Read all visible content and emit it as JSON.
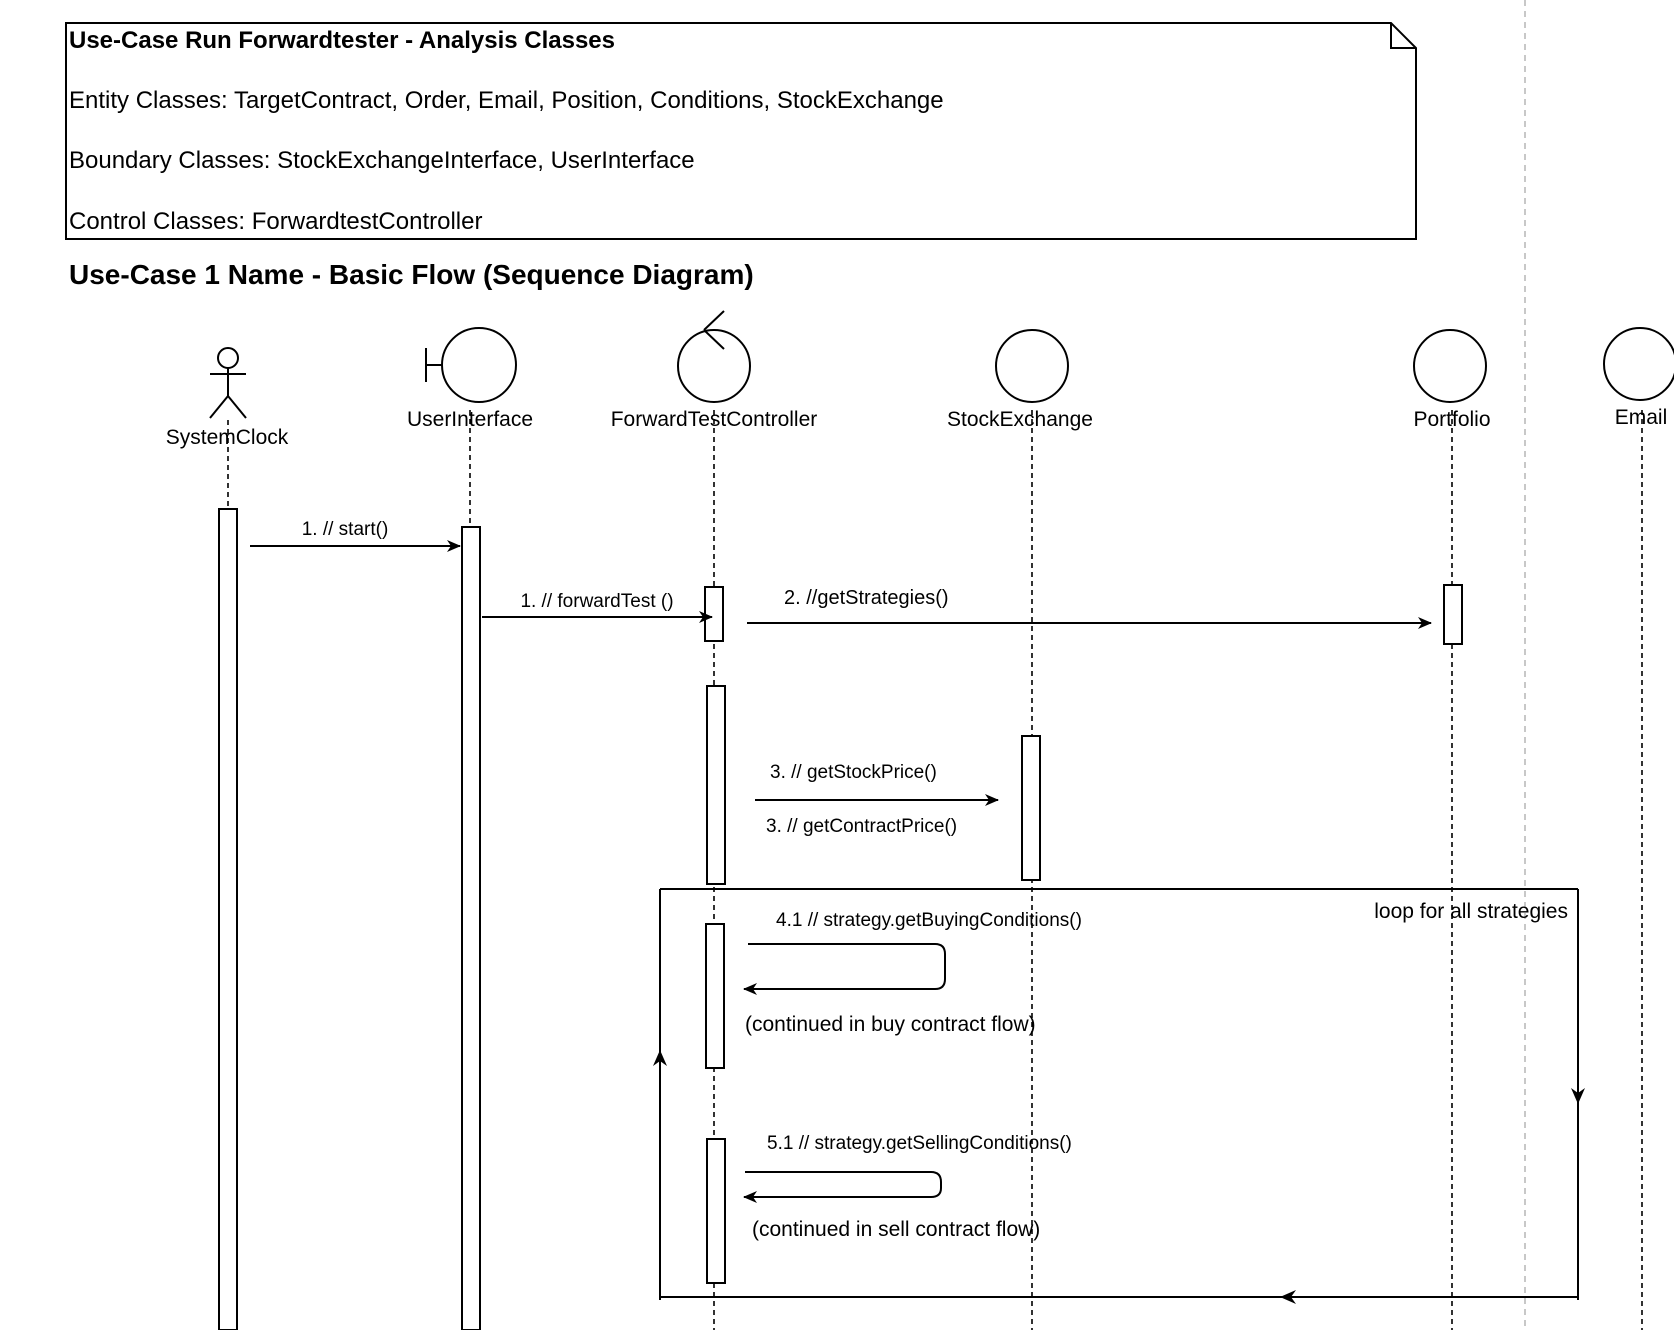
{
  "note": {
    "title": "Use-Case Run Forwardtester - Analysis Classes",
    "entity": "Entity Classes: TargetContract, Order, Email, Position, Conditions, StockExchange",
    "boundary": "Boundary Classes: StockExchangeInterface, UserInterface",
    "control": "Control Classes: ForwardtestController"
  },
  "heading": "Use-Case 1 Name - Basic Flow (Sequence Diagram)",
  "participants": {
    "system_clock": "SystemClock",
    "user_interface": "UserInterface",
    "controller": "ForwardTestController",
    "stock_exchange": "StockExchange",
    "portfolio": "Portfolio",
    "email": "Email"
  },
  "messages": {
    "start": "1. // start()",
    "forward_test": "1. // forwardTest ()",
    "get_strategies": "2. //getStrategies()",
    "get_stock_price": "3. // getStockPrice()",
    "get_contract_price": "3. // getContractPrice()",
    "get_buying_conditions": "4.1 // strategy.getBuyingConditions()",
    "get_selling_conditions": "5.1 // strategy.getSellingConditions()"
  },
  "notes": {
    "buy_flow": "(continued in buy contract flow)",
    "sell_flow": "(continued in sell contract flow)"
  },
  "loop": {
    "label": "loop for all strategies"
  }
}
